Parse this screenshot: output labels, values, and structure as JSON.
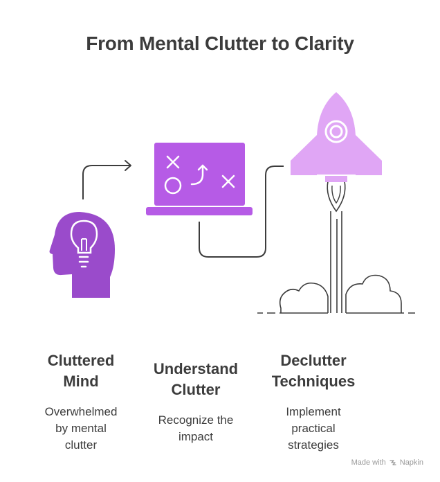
{
  "title": "From Mental Clutter to Clarity",
  "colors": {
    "head": "#9a4bcb",
    "laptop": "#b65be6",
    "rocket": "#e0a6f5",
    "line": "#3c3c3c",
    "text": "#3c3c3c"
  },
  "steps": [
    {
      "title_lines": [
        "Cluttered",
        "Mind"
      ],
      "desc_lines": [
        "Overwhelmed",
        "by mental",
        "clutter"
      ],
      "icon": "head-lightbulb-icon"
    },
    {
      "title_lines": [
        "Understand",
        "Clutter"
      ],
      "desc_lines": [
        "Recognize the",
        "impact"
      ],
      "icon": "laptop-strategy-icon"
    },
    {
      "title_lines": [
        "Declutter",
        "Techniques"
      ],
      "desc_lines": [
        "Implement",
        "practical",
        "strategies"
      ],
      "icon": "rocket-launch-icon"
    }
  ],
  "credit": {
    "made_with": "Made with",
    "brand": "Napkin",
    "icon": "napkin-logo-icon"
  }
}
